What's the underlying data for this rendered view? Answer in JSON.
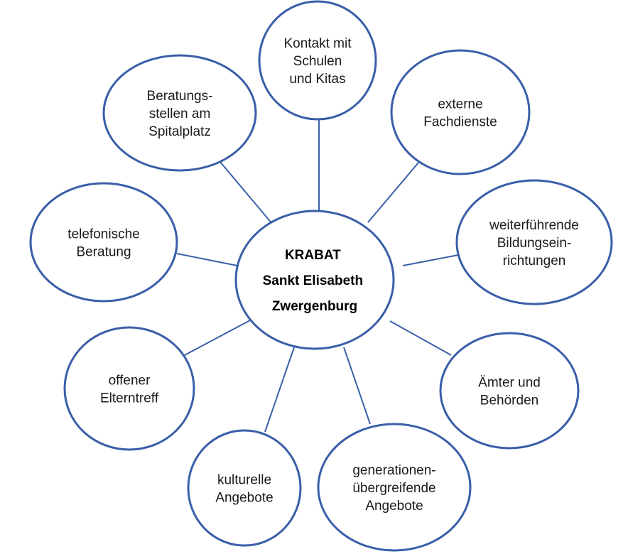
{
  "colors": {
    "stroke": "#3a5fa8",
    "fill": "#ffffff",
    "text": "#1a1a1a"
  },
  "center": {
    "lines": [
      "KRABAT",
      "Sankt Elisabeth",
      "Zwergenburg"
    ]
  },
  "nodes": [
    {
      "id": "kontakt-schulen-kitas",
      "lines": [
        "Kontakt mit",
        "Schulen",
        "und Kitas"
      ]
    },
    {
      "id": "externe-fachdienste",
      "lines": [
        "externe",
        "Fachdienste"
      ]
    },
    {
      "id": "weiterfuehrende-bildungseinrichtungen",
      "lines": [
        "weiterführende",
        "Bildungsein-",
        "richtungen"
      ]
    },
    {
      "id": "aemter-behoerden",
      "lines": [
        "Ämter und",
        "Behörden"
      ]
    },
    {
      "id": "generationenuebergreifende-angebote",
      "lines": [
        "generationen-",
        "übergreifende",
        "Angebote"
      ]
    },
    {
      "id": "kulturelle-angebote",
      "lines": [
        "kulturelle",
        "Angebote"
      ]
    },
    {
      "id": "offener-elterntreff",
      "lines": [
        "offener",
        "Elterntreff"
      ]
    },
    {
      "id": "telefonische-beratung",
      "lines": [
        "telefonische",
        "Beratung"
      ]
    },
    {
      "id": "beratungsstellen-spitalplatz",
      "lines": [
        "Beratungs-",
        "stellen am",
        "Spitalplatz"
      ]
    }
  ]
}
